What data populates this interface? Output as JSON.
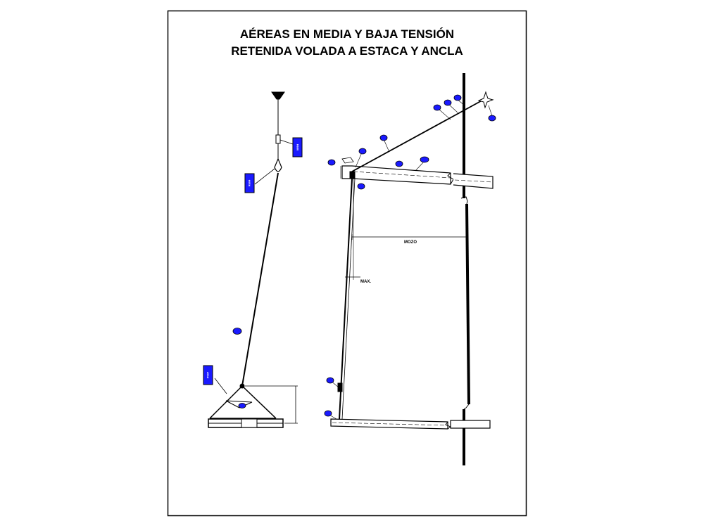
{
  "title_line_1": "AÉREAS EN MEDIA Y BAJA TENSIÓN",
  "title_line_2": "RETENIDA VOLADA A ESTACA Y ANCLA",
  "colors": {
    "ink": "#000000",
    "callout_fill": "#1a1aff",
    "sheet_background": "#ffffff"
  },
  "left_view_tags": [
    "R600",
    "R604",
    "P007"
  ],
  "right_view_notes": {
    "span_label": "MOZO",
    "angle_label": "MAX."
  }
}
